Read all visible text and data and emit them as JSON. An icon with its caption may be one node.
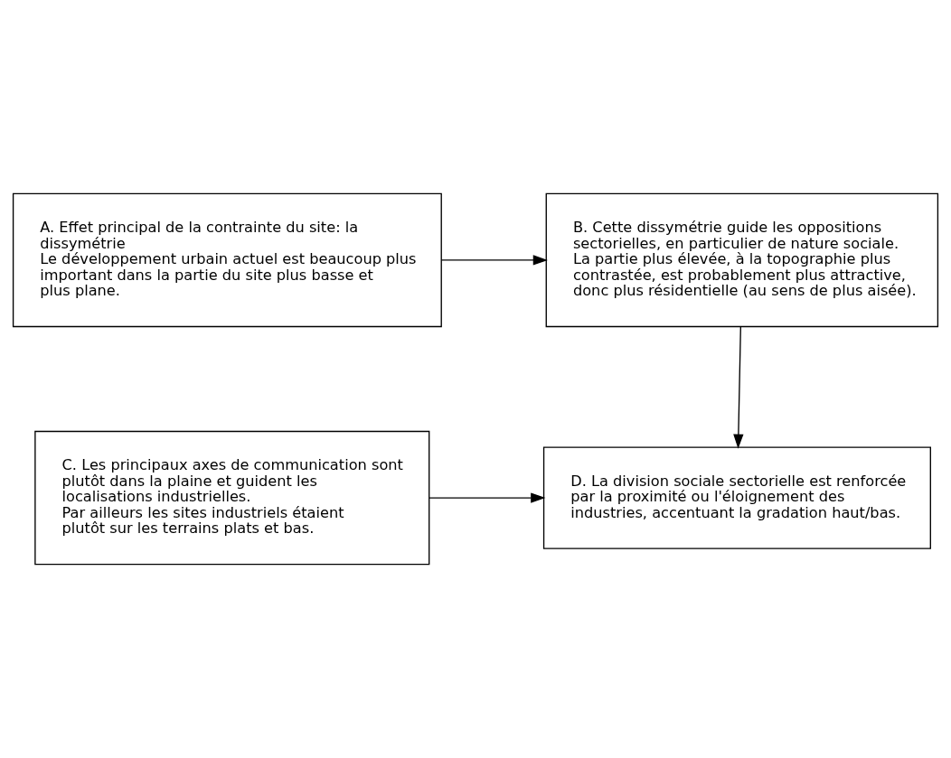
{
  "diagram": {
    "nodes": [
      {
        "text": [
          "A. Effet principal de la contrainte du site: la dissymétrie",
          "Le développement urbain actuel est beaucoup plus important dans la partie du site plus basse et plus plane."
        ]
      },
      {
        "text": [
          "B. Cette dissymétrie guide les oppositions sectorielles, en particulier de nature sociale. La partie plus élevée, à la topographie plus contrastée, est probablement plus attractive, donc plus résidentielle (au sens de plus aisée)."
        ]
      },
      {
        "text": [
          "C. Les principaux axes de communication sont plutôt dans la plaine et guident les localisations industrielles.",
          "Par ailleurs les sites industriels étaient plutôt sur les terrains plats et bas."
        ]
      },
      {
        "text": [
          "D. La division sociale sectorielle est renforcée par la proximité ou l'éloignement des industries, accentuant la gradation haut/bas."
        ]
      }
    ],
    "edges": [
      {
        "from": 0,
        "to": 1,
        "arrow": "to"
      },
      {
        "from": 1,
        "to": 3,
        "arrow": "to"
      },
      {
        "from": 2,
        "to": 3,
        "arrow": "to"
      }
    ]
  }
}
